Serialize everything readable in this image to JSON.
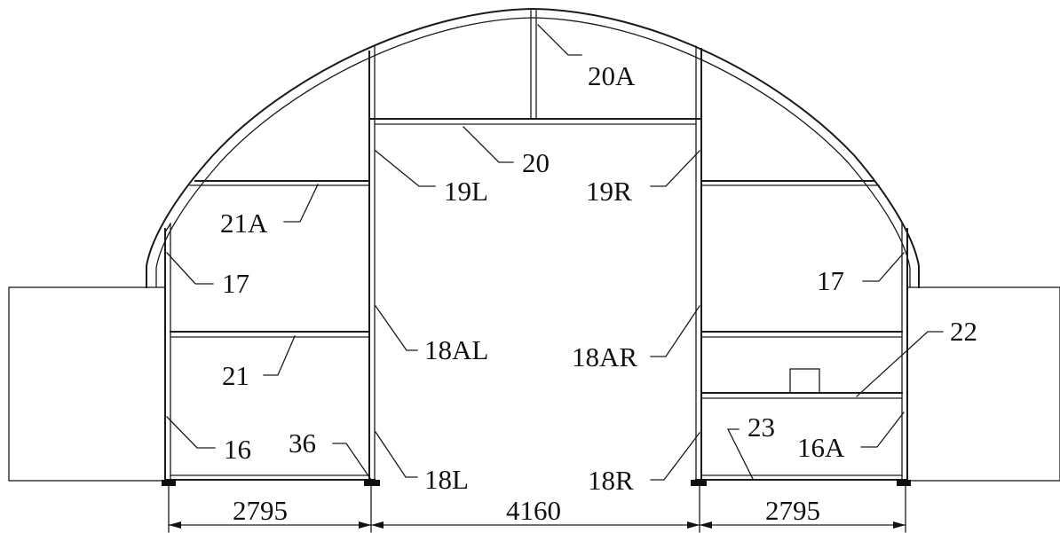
{
  "labels": {
    "l20A": "20A",
    "l20": "20",
    "l19L": "19L",
    "l19R": "19R",
    "l21A": "21A",
    "l17L": "17",
    "l17R": "17",
    "l18AL": "18AL",
    "l18AR": "18AR",
    "l22": "22",
    "l21": "21",
    "l23": "23",
    "l16": "16",
    "l36": "36",
    "l18L": "18L",
    "l18R": "18R",
    "l16A": "16A"
  },
  "dimensions": {
    "left": "2795",
    "center": "4160",
    "right": "2795"
  }
}
